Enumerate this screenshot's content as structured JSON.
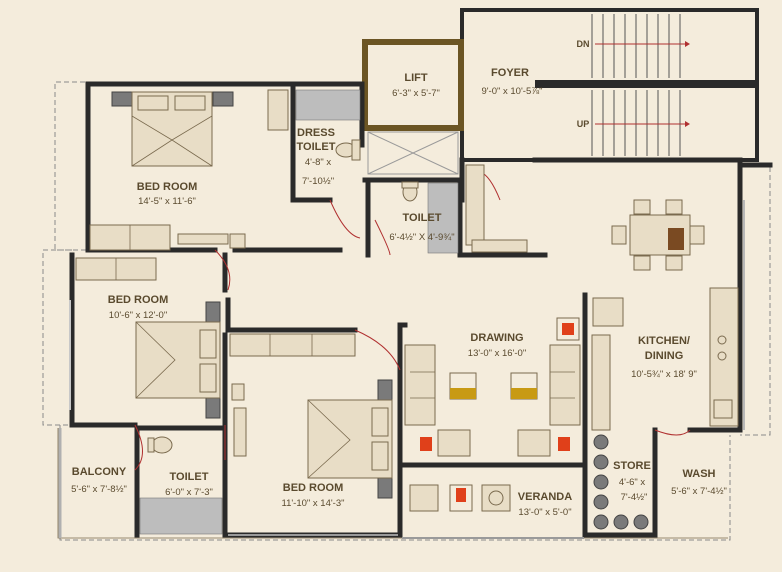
{
  "rooms": {
    "bed_room_1": {
      "name": "BED ROOM",
      "dim": "14'-5\" x 11'-6\""
    },
    "dress_toilet": {
      "name_line1": "DRESS",
      "name_line2": "TOILET",
      "dim_line1": "4'-8\" x",
      "dim_line2": "7'-10½\""
    },
    "lift": {
      "name": "LIFT",
      "dim": "6'-3\" x 5'-7\""
    },
    "foyer": {
      "name": "FOYER",
      "dim": "9'-0\" x 10'-5⅞\""
    },
    "toilet_center": {
      "name": "TOILET",
      "dim": "6'-4½\" X 4'-9¾\""
    },
    "bed_room_2": {
      "name": "BED ROOM",
      "dim": "10'-6\" x 12'-0\""
    },
    "drawing": {
      "name": "DRAWING",
      "dim": "13'-0\" x 16'-0\""
    },
    "kitchen_dining": {
      "name_line1": "KITCHEN/",
      "name_line2": "DINING",
      "dim": "10'-5¾\" x 18' 9\""
    },
    "balcony": {
      "name": "BALCONY",
      "dim": "5'-6\" x 7'-8½\""
    },
    "toilet_bottom": {
      "name": "TOILET",
      "dim": "6'-0\" x 7'-3\""
    },
    "bed_room_3": {
      "name": "BED ROOM",
      "dim": "11'-10\" x 14'-3\""
    },
    "veranda": {
      "name": "VERANDA",
      "dim": "13'-0\" x 5'-0\""
    },
    "store": {
      "name": "STORE",
      "dim_line1": "4'-6\" x",
      "dim_line2": "7'-4½\""
    },
    "wash": {
      "name": "WASH",
      "dim": "5'-6\" x 7'-4½\""
    }
  },
  "stairs": {
    "down_label": "DN",
    "up_label": "UP"
  },
  "colors": {
    "background": "#f4ecdc",
    "wall": "#2a2a2a",
    "lift_wall": "#6b5524",
    "accent_red": "#e0401a",
    "accent_gold": "#c89a14",
    "door": "#b03030"
  }
}
